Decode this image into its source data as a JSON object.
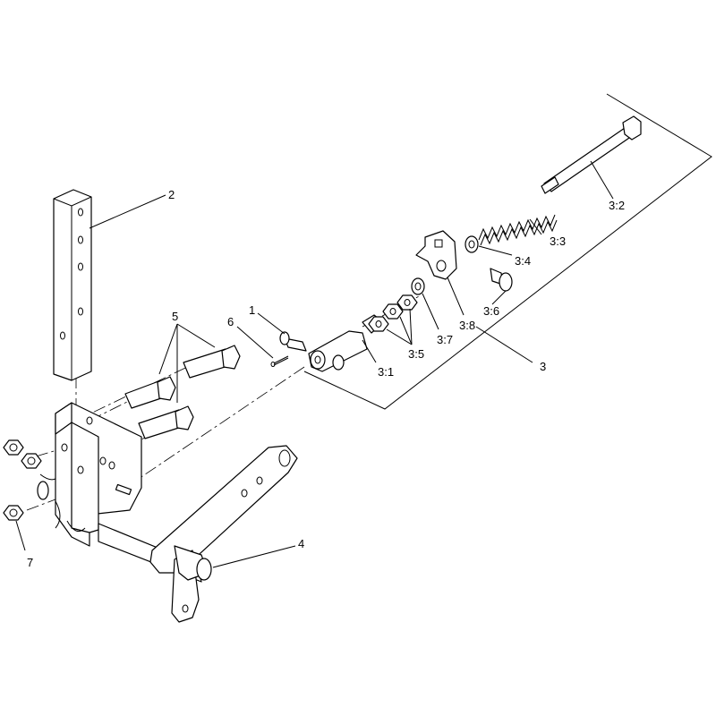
{
  "diagram": {
    "callouts": [
      {
        "id": "1",
        "label": "1"
      },
      {
        "id": "2",
        "label": "2"
      },
      {
        "id": "3",
        "label": "3"
      },
      {
        "id": "3-1",
        "label": "3:1"
      },
      {
        "id": "3-2",
        "label": "3:2"
      },
      {
        "id": "3-3",
        "label": "3:3"
      },
      {
        "id": "3-4",
        "label": "3:4"
      },
      {
        "id": "3-5",
        "label": "3:5"
      },
      {
        "id": "3-6",
        "label": "3:6"
      },
      {
        "id": "3-7",
        "label": "3:7"
      },
      {
        "id": "3-8",
        "label": "3:8"
      },
      {
        "id": "4",
        "label": "4"
      },
      {
        "id": "5",
        "label": "5"
      },
      {
        "id": "6",
        "label": "6"
      },
      {
        "id": "7",
        "label": "7"
      }
    ]
  }
}
